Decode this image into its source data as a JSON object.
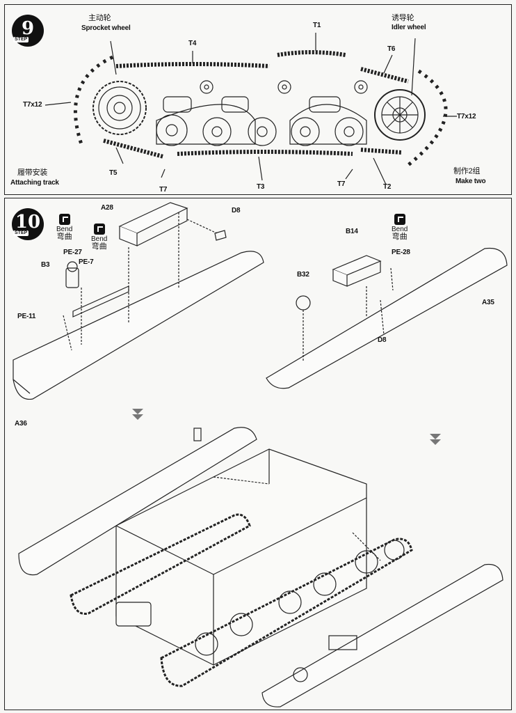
{
  "step9": {
    "number": "9",
    "step_tag": "STEP",
    "sprocket_cn": "主动轮",
    "sprocket_en": "Sprocket wheel",
    "idler_cn": "诱导轮",
    "idler_en": "Idler wheel",
    "attach_cn": "履带安装",
    "attach_en": "Attaching track",
    "make_two_cn": "制作2组",
    "make_two_en": "Make two",
    "parts": {
      "t1": "T1",
      "t2": "T2",
      "t3": "T3",
      "t4": "T4",
      "t5": "T5",
      "t6": "T6",
      "t7a": "T7",
      "t7b": "T7",
      "t7x12_left": "T7x12",
      "t7x12_right": "T7x12"
    }
  },
  "step10": {
    "number": "10",
    "step_tag": "STEP",
    "bend_en": "Bend",
    "bend_cn": "弯曲",
    "parts": {
      "a28": "A28",
      "d8a": "D8",
      "pe27": "PE-27",
      "pe7": "PE-7",
      "b3": "B3",
      "pe11": "PE-11",
      "a36": "A36",
      "b14": "B14",
      "pe28": "PE-28",
      "b32": "B32",
      "a35": "A35",
      "d8b": "D8"
    }
  },
  "colors": {
    "ink": "#111111",
    "paper": "#f8f8f6",
    "arrow": "#777777"
  }
}
